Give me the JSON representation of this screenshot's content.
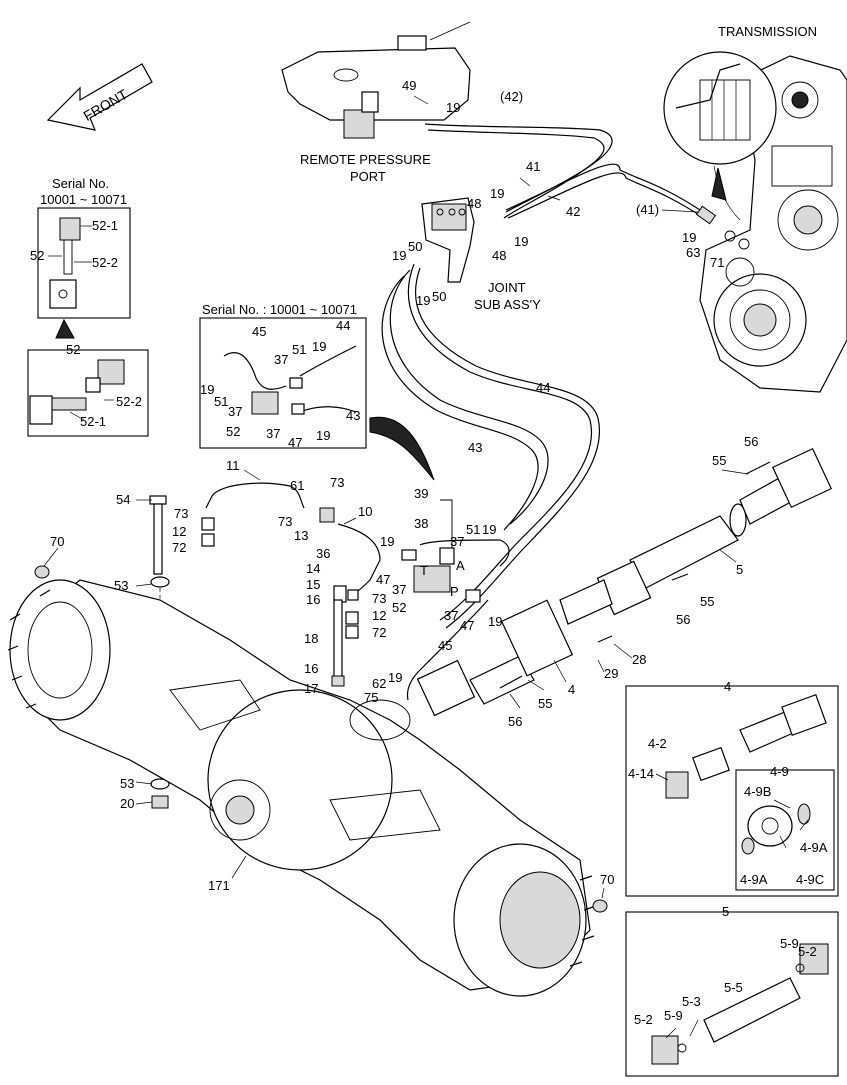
{
  "header": {
    "transmission": "TRANSMISSION",
    "front": "FRONT"
  },
  "captions": {
    "remote_pressure_1": "REMOTE PRESSURE",
    "remote_pressure_2": "PORT",
    "joint_1": "JOINT",
    "joint_2": "SUB ASS'Y",
    "serial_top_1": "Serial No.",
    "serial_top_2": "10001 ~ 10071",
    "serial_inset": "Serial No. : 10001 ~ 10071",
    "port_t": "T",
    "port_a": "A",
    "port_p": "P"
  },
  "callouts": [
    "49",
    "19",
    "(42)",
    "41",
    "42",
    "(41)",
    "19",
    "63",
    "71",
    "19",
    "48",
    "19",
    "48",
    "19",
    "50",
    "19",
    "50",
    "52-1",
    "52",
    "52-2",
    "52",
    "52-2",
    "52-1",
    "45",
    "44",
    "37",
    "51",
    "19",
    "19",
    "51",
    "37",
    "52",
    "37",
    "47",
    "19",
    "43",
    "44",
    "43",
    "11",
    "61",
    "73",
    "54",
    "73",
    "13",
    "73",
    "10",
    "12",
    "72",
    "39",
    "38",
    "51",
    "19",
    "37",
    "19",
    "70",
    "36",
    "14",
    "15",
    "16",
    "73",
    "12",
    "72",
    "47",
    "37",
    "T",
    "A",
    "52",
    "P",
    "37",
    "47",
    "19",
    "53",
    "18",
    "55",
    "56",
    "5",
    "55",
    "56",
    "28",
    "29",
    "16",
    "62",
    "17",
    "75",
    "19",
    "45",
    "4",
    "55",
    "56",
    "53",
    "20",
    "171",
    "70",
    "4",
    "4-2",
    "4-14",
    "4-9",
    "4-9B",
    "4-9A",
    "4-9A",
    "4-9C",
    "5",
    "5-2",
    "5-9",
    "5-5",
    "5-3",
    "5-2",
    "5-9"
  ]
}
